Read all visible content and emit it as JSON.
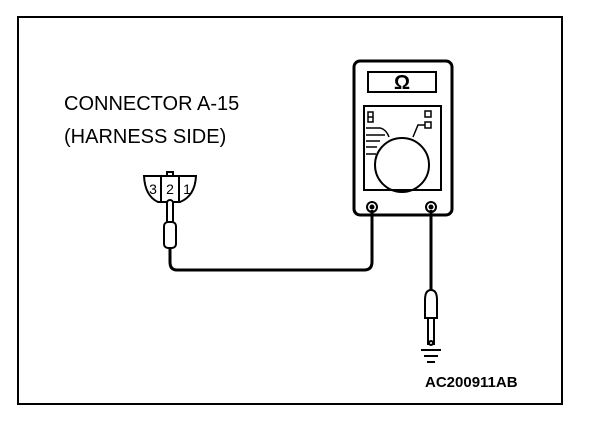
{
  "connector_label": {
    "line1": "CONNECTOR A-15",
    "line2": "(HARNESS SIDE)"
  },
  "connector_pins": [
    "3",
    "2",
    "1"
  ],
  "meter_display": "Ω",
  "figure_id": "AC200911AB",
  "icons": [
    "ohmmeter-icon",
    "ground-symbol-icon",
    "probe-icon",
    "connector-icon"
  ]
}
